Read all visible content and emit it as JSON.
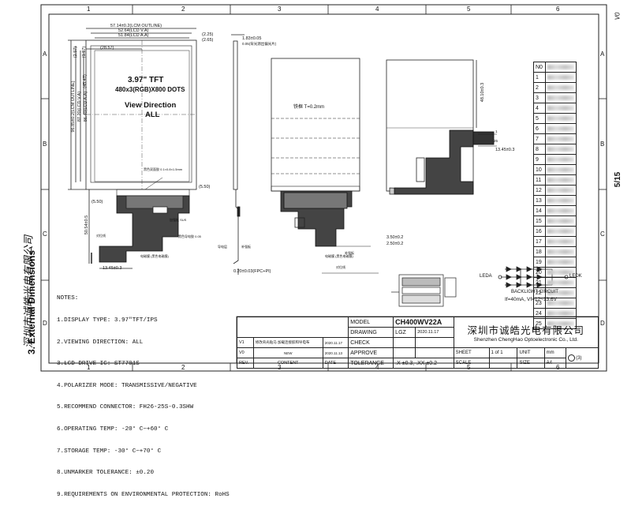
{
  "side": {
    "company_vertical": "深圳市诚皓光电有限公司",
    "section_title": "3. External Dimensions",
    "version": "V0",
    "page": "5/15"
  },
  "frame": {
    "col_labels": [
      "1",
      "2",
      "3",
      "4",
      "5",
      "6"
    ],
    "row_labels": [
      "A",
      "B",
      "C",
      "D"
    ]
  },
  "front": {
    "dims_top": [
      "57.14±0.2(LCM OUTLINE)",
      "52.64(LCD V.A)",
      "51.84(LCD A.A)",
      "(2.25)",
      "(2.65)",
      "(28.57)"
    ],
    "dims_left": [
      "96.85±0.2(LCM OUTLINE)",
      "87.20(LCD V.A)",
      "86.40(LCD A.A)",
      "(45.47)",
      "(1.57)",
      "(2.57)"
    ],
    "size_title": "3.97\" TFT",
    "resolution": "480x3(RGB)X800 DOTS",
    "view_dir_label": "View Direction",
    "view_dir_value": "ALL",
    "sticker_note": "黑色双面胶 0.1×0.8×1.5mm",
    "dim_550_right": "(5.50)",
    "dim_550_left": "(5.50)",
    "fpc_length": "50.54±0.5",
    "fpc_width": "13.45±0.3",
    "fpc_label1": "加强板 SUS",
    "fpc_label2": "黑色导电胶 0.05",
    "fpc_label3": "对位线",
    "fpc_label4": "电磁膜 (黑色电磁膜)"
  },
  "side_view": {
    "dim_thk": "1.83±0.05",
    "dim_pol": "0.05(背光源出偏光片)",
    "dim_fpc": "0.20±0.03(FPC+PI)",
    "label_stiff": "补强板",
    "label_wire": "导电层"
  },
  "back": {
    "iron_note": "铁框 T=0.2mm",
    "fpc_label": "电磁膜 (黑色电磁膜)",
    "stiff_label": "补强板",
    "dim_350": "3.50±0.2",
    "dim_250": "2.50±0.2",
    "align_label": "对位线"
  },
  "right": {
    "dim_48": "48.10±0.3",
    "dim_1345": "13.45±0.3",
    "pin1": "1",
    "pin25": "25"
  },
  "pin_table": {
    "header": "N0",
    "pins": [
      "1",
      "2",
      "3",
      "4",
      "5",
      "6",
      "7",
      "8",
      "9",
      "10",
      "11",
      "12",
      "13",
      "14",
      "15",
      "16",
      "17",
      "18",
      "19",
      "20",
      "21",
      "22",
      "23",
      "24",
      "25"
    ]
  },
  "backlight": {
    "leda": "LEDA",
    "ledk": "LEDK",
    "title": "BACKLIGHT CIRCUIT",
    "params": "If=40mA, Vf=12~13.6V"
  },
  "notes": {
    "title": "NOTES:",
    "items": [
      "1.DISPLAY TYPE: 3.97\"TFT/IPS",
      "2.VIEWING DIRECTION: ALL",
      "3.LCD DRIVE IC: ST7701S",
      "4.POLARIZER MODE: TRANSMISSIVE/NEGATIVE",
      "5.RECOMMEND CONNECTOR: FH26-25S-0.3SHW",
      "6.OPERATING TEMP: -20° C~+60° C",
      "7.STORAGE TEMP: -30° C~+70° C",
      "8.UNMARKER TOLERANCE: ±0.20",
      "9.REQUIREMENTS ON ENVIRONMENTAL PROTECTION: RoHS"
    ]
  },
  "title_block": {
    "model_label": "MODEL",
    "model_value": "CH400WV22A",
    "drawing_label": "DRAWING",
    "drawing_value": "LGZ",
    "drawing_date": "2020.11.17",
    "check_label": "CHECK",
    "approve_label": "APPROVE",
    "scale_label": "SCALE",
    "tolerance_label": "TOLERANCE",
    "tolerance_value": ".X ±0.3, .XX ±0.2",
    "sheet_label": "SHEET",
    "sheet_value": "1  of  1",
    "unit_label": "UNIT",
    "unit_value": "mm",
    "size_label": "SIZE",
    "size_value": "A4",
    "company_cn": "深圳市诚皓光电有限公司",
    "company_en": "Shenzhen ChengHao Optoelectronic Co., Ltd.",
    "projection": "(3)",
    "rev_rows": [
      {
        "v": "V1",
        "content": "修改背光贴马  加载连接胶和导电布",
        "date": "2020.11.17"
      },
      {
        "v": "V0",
        "content": "NEW",
        "date": "2020.11.13"
      },
      {
        "v": "REV.",
        "content": "CONTENT",
        "date": "DATE"
      }
    ]
  }
}
